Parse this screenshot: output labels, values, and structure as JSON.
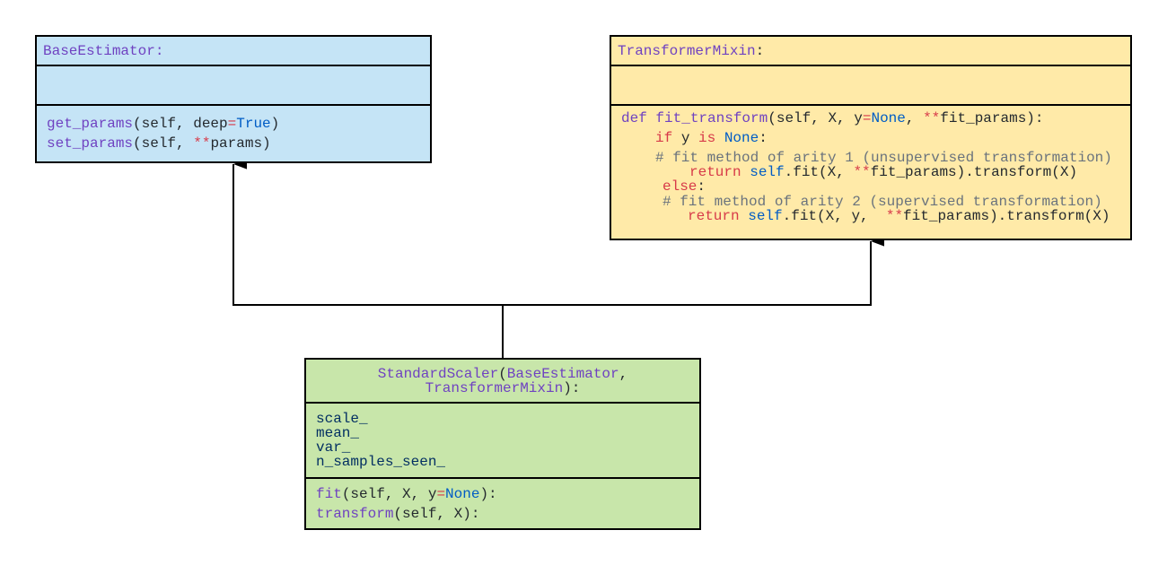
{
  "colors": {
    "base_estimator_fill": "#c5e4f6",
    "transformer_mixin_fill": "#ffeaa8",
    "standard_scaler_fill": "#c8e6aa",
    "keyword_purple": "#6f42c1",
    "constant_blue": "#005cc5",
    "operator_red": "#d73a49",
    "comment_gray": "#6a737d"
  },
  "base_estimator": {
    "header": [
      [
        "BaseEstimator:",
        "purple"
      ]
    ],
    "attributes": [],
    "methods": [
      [
        [
          "get_params",
          "purple"
        ],
        [
          "(self, deep",
          "plain"
        ],
        [
          "=",
          "red"
        ],
        [
          "True",
          "blue"
        ],
        [
          ")",
          "plain"
        ]
      ],
      [
        [
          "set_params",
          "purple"
        ],
        [
          "(self, ",
          "plain"
        ],
        [
          "**",
          "red"
        ],
        [
          "params)",
          "plain"
        ]
      ]
    ]
  },
  "transformer_mixin": {
    "header": [
      [
        "TransformerMixin",
        "purple"
      ],
      [
        ":",
        "plain"
      ]
    ],
    "attributes": [],
    "methods": [
      [
        [
          "def ",
          "purple"
        ],
        [
          "fit_transform",
          "purple"
        ],
        [
          "(self, X, y",
          "plain"
        ],
        [
          "=",
          "red"
        ],
        [
          "None",
          "blue"
        ],
        [
          ", ",
          "plain"
        ],
        [
          "**",
          "red"
        ],
        [
          "fit_params):",
          "plain"
        ]
      ],
      [
        [
          "if ",
          "red"
        ],
        [
          "y ",
          "plain"
        ],
        [
          "is ",
          "red"
        ],
        [
          "None",
          "blue"
        ],
        [
          ":",
          "plain"
        ]
      ],
      [
        [
          "# fit method of arity 1 (unsupervised transformation)",
          "gray"
        ]
      ],
      [
        [
          "return ",
          "red"
        ],
        [
          "self",
          "blue"
        ],
        [
          ".fit(X, ",
          "plain"
        ],
        [
          "**",
          "red"
        ],
        [
          "fit_params).transform(X)",
          "plain"
        ]
      ],
      [
        [
          "else",
          "red"
        ],
        [
          ":",
          "plain"
        ]
      ],
      [
        [
          "# fit method of arity 2 (supervised transformation)",
          "gray"
        ]
      ],
      [
        [
          "return ",
          "red"
        ],
        [
          "self",
          "blue"
        ],
        [
          ".fit(X, y,  ",
          "plain"
        ],
        [
          "**",
          "red"
        ],
        [
          "fit_params).transform(X)",
          "plain"
        ]
      ]
    ]
  },
  "standard_scaler": {
    "header": [
      [
        [
          "StandardScaler",
          "purple"
        ],
        [
          "(",
          "plain"
        ],
        [
          "BaseEstimator",
          "purple"
        ],
        [
          ",",
          "plain"
        ]
      ],
      [
        [
          "TransformerMixin",
          "purple"
        ],
        [
          "):",
          "plain"
        ]
      ]
    ],
    "attributes": [
      [
        [
          "scale_",
          "attr"
        ]
      ],
      [
        [
          "mean_",
          "attr"
        ]
      ],
      [
        [
          "var_",
          "attr"
        ]
      ],
      [
        [
          "n_samples_seen_",
          "attr"
        ]
      ]
    ],
    "methods": [
      [
        [
          "fit",
          "purple"
        ],
        [
          "(self, X, y",
          "plain"
        ],
        [
          "=",
          "red"
        ],
        [
          "None",
          "blue"
        ],
        [
          "):",
          "plain"
        ]
      ],
      [
        [
          "transform",
          "purple"
        ],
        [
          "(self, X):",
          "plain"
        ]
      ]
    ]
  }
}
